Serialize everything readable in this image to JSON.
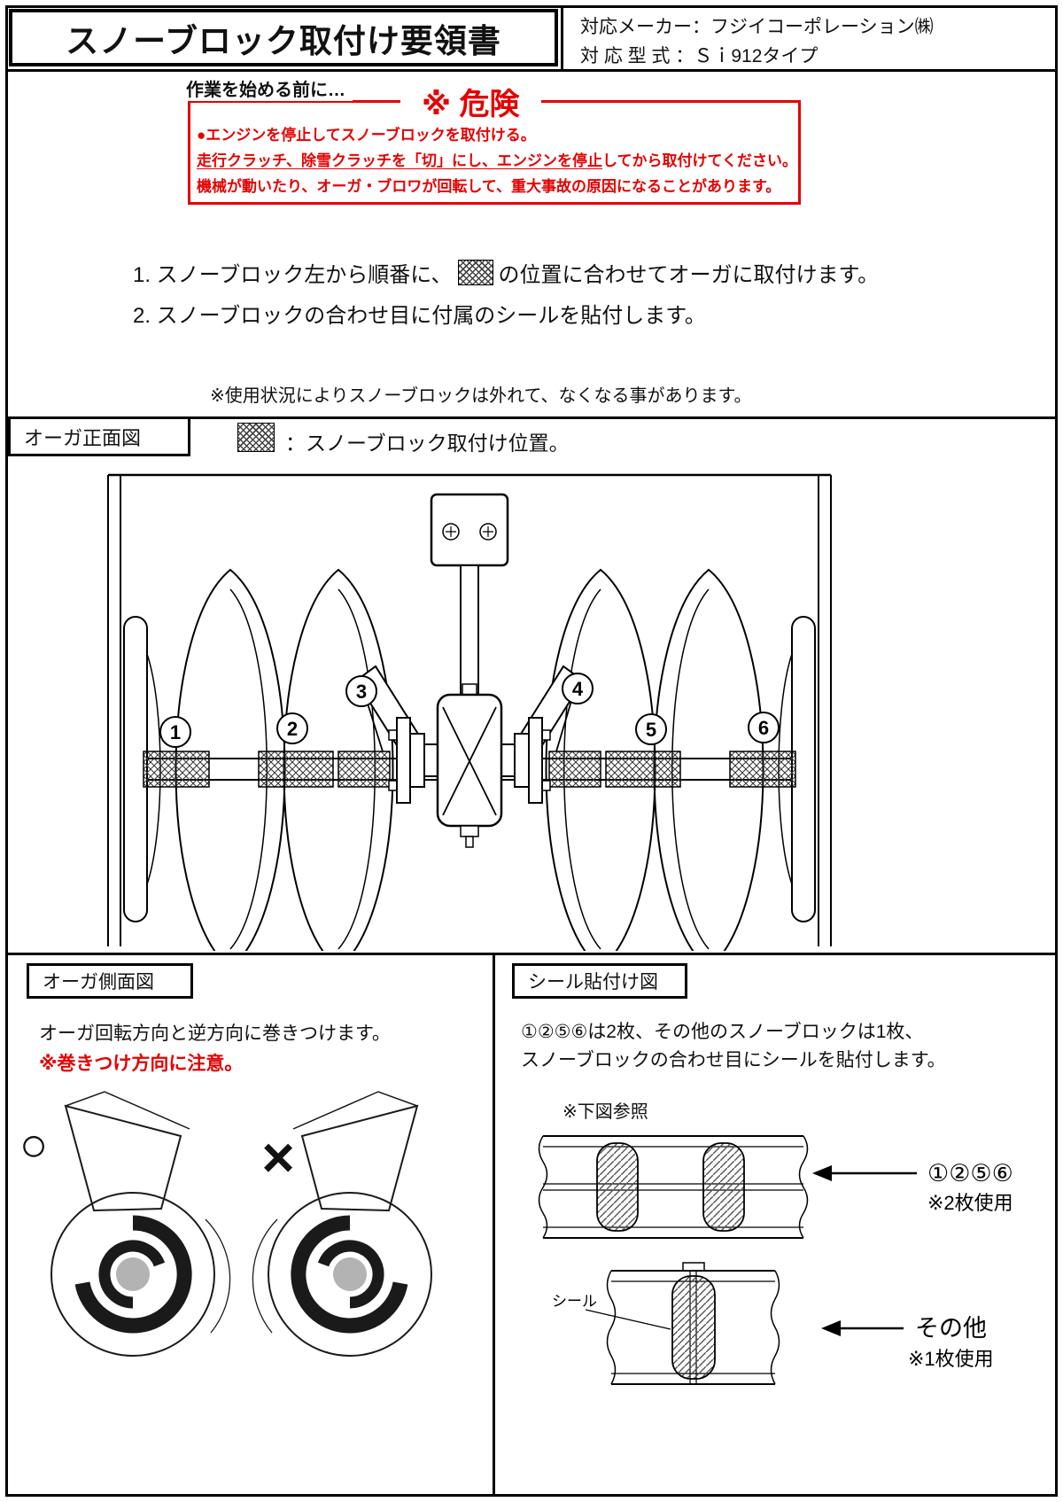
{
  "header": {
    "title": "スノーブロック取付け要領書",
    "maker": "対応メーカー：フジイコーポレーション㈱",
    "model": "対 応 型 式 ：Ｓｉ912タイプ"
  },
  "warning": {
    "lead": "作業を始める前に…",
    "danger": "※ 危険",
    "line1": "●エンジンを停止してスノーブロックを取付ける。",
    "line2_a": "走行クラッチ、除雪クラッチを「切」にし、",
    "line2_b": "エンジンを停止",
    "line2_c": "してから取付けてください。",
    "line3": "機械が動いたり、オーガ・ブロワが回転して、重大事故の原因になることがあります。"
  },
  "instructions": {
    "step1_pre": "1. スノーブロック左から順番に、",
    "step1_post": "の位置に合わせてオーガに取付けます。",
    "step2": "2. スノーブロックの合わせ目に付属のシールを貼付します。",
    "note": "※使用状況によりスノーブロックは外れて、なくなる事があります。"
  },
  "front_view": {
    "label": "オーガ正面図",
    "legend": "：スノーブロック取付け位置。",
    "numbers": [
      "1",
      "2",
      "3",
      "4",
      "5",
      "6"
    ]
  },
  "side_view": {
    "label": "オーガ側面図",
    "line1": "オーガ回転方向と逆方向に巻きつけます。",
    "caution": "※巻きつけ方向に注意。",
    "ok_mark": "○",
    "ng_mark": "×"
  },
  "seal_view": {
    "label": "シール貼付け図",
    "line1": "①②⑤⑥は2枚、その他のスノーブロックは1枚、",
    "line2": "スノーブロックの合わせ目にシールを貼付します。",
    "ref": "※下図参照",
    "arrow_a_label1": "①②⑤⑥",
    "arrow_a_label2": "※2枚使用",
    "arrow_b_label1": "その他",
    "arrow_b_label2": "※1枚使用",
    "seal_label": "シール"
  },
  "colors": {
    "accent_red": "#e60000",
    "line_black": "#000000"
  }
}
